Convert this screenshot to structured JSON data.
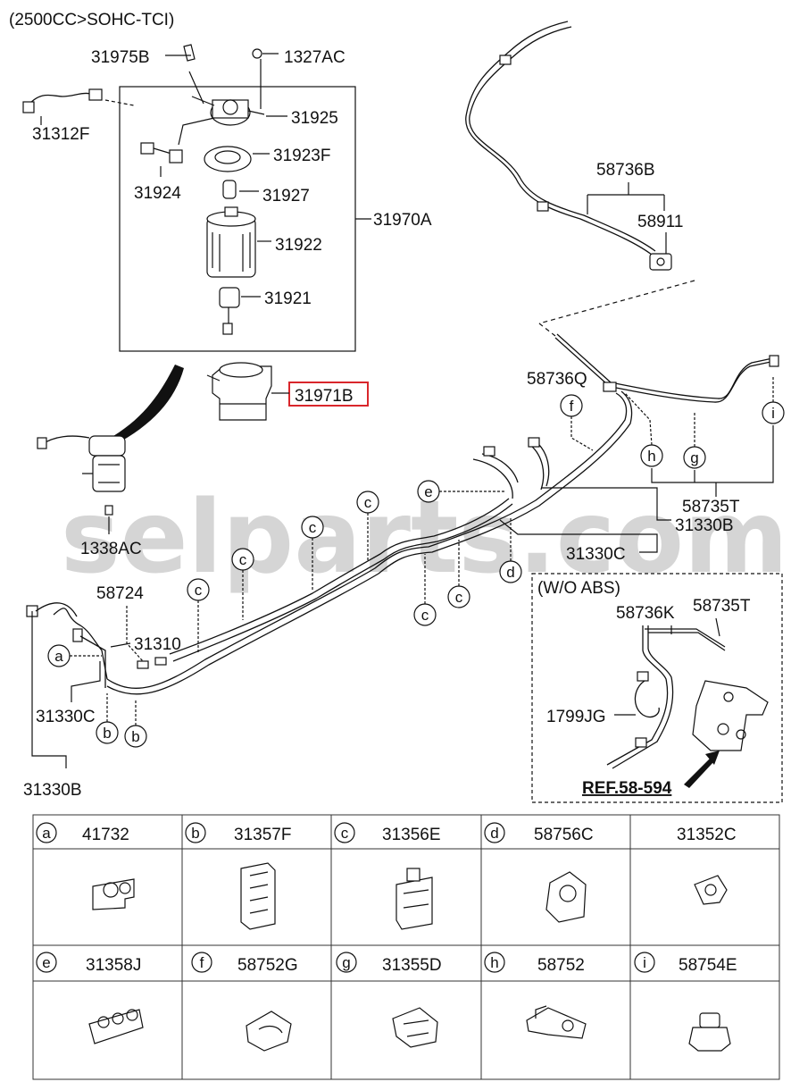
{
  "header": {
    "variant": "(2500CC>SOHC-TCI)"
  },
  "watermark": "selparts.com",
  "labels": {
    "p31975B": "31975B",
    "p1327AC": "1327AC",
    "p31925": "31925",
    "p31312F": "31312F",
    "p31923F": "31923F",
    "p31924": "31924",
    "p31927": "31927",
    "p31970A": "31970A",
    "p31922": "31922",
    "p31921": "31921",
    "p31971B": "31971B",
    "p1338AC": "1338AC",
    "p58736B": "58736B",
    "p58911": "58911",
    "p58736Q": "58736Q",
    "p58735T": "58735T",
    "p31330B_r": "31330B",
    "p31330C_r": "31330C",
    "p58724": "58724",
    "p31310": "31310",
    "p31330C_l": "31330C",
    "p31330B_l": "31330B"
  },
  "wo_abs": {
    "title": "(W/O ABS)",
    "p58736K": "58736K",
    "p58735T": "58735T",
    "p1799JG": "1799JG",
    "ref": "REF.58-594"
  },
  "callouts": [
    "a",
    "b",
    "c",
    "d",
    "e",
    "f",
    "g",
    "h",
    "i"
  ],
  "parts_table": [
    {
      "letter": "a",
      "part": "41732"
    },
    {
      "letter": "b",
      "part": "31357F"
    },
    {
      "letter": "c",
      "part": "31356E"
    },
    {
      "letter": "d",
      "part": "58756C"
    },
    {
      "letter": "",
      "part": "31352C"
    },
    {
      "letter": "e",
      "part": "31358J"
    },
    {
      "letter": "f",
      "part": "58752G"
    },
    {
      "letter": "g",
      "part": "31355D"
    },
    {
      "letter": "h",
      "part": "58752"
    },
    {
      "letter": "i",
      "part": "58754E"
    }
  ],
  "colors": {
    "highlight_box": "#d9262b",
    "ink": "#111111",
    "watermark": "#c8c8c8"
  }
}
